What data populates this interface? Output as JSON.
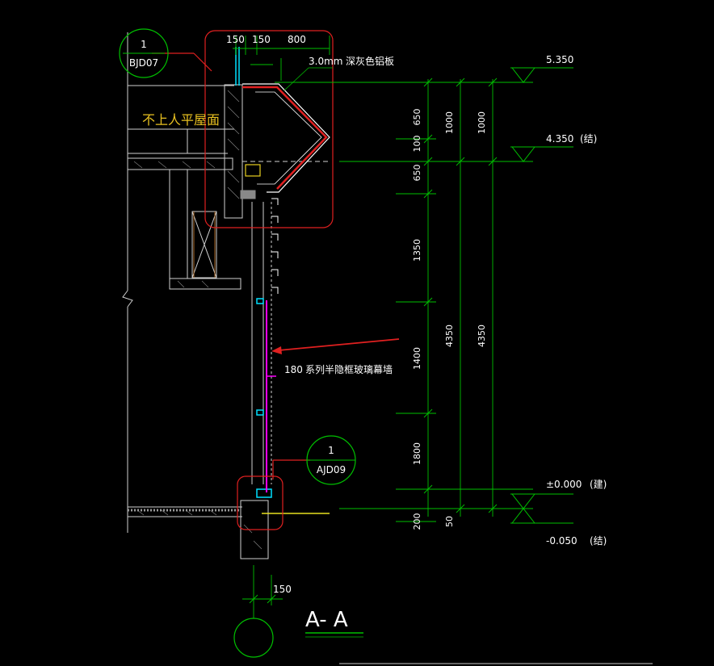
{
  "colors": {
    "background": "#000000",
    "dimension": "#00c000",
    "structure": "#ffffff",
    "highlight": "#e02020",
    "glass": "#ff00ff",
    "aluminium": "#00ffff",
    "label_floor": "#e8c020"
  },
  "detail_marker_top": {
    "number": "1",
    "sheet": "BJD07"
  },
  "detail_marker_bottom": {
    "number": "1",
    "sheet": "AJD09"
  },
  "top_dims": {
    "d1": "150",
    "d2": "150",
    "d3": "800"
  },
  "roof_label": "不上人平屋面",
  "panel_thickness": "3.0mm",
  "panel_label": "深灰色铝板",
  "curtain_wall_prefix": "180",
  "curtain_wall_label": "系列半隐框玻璃幕墙",
  "dims_col1": [
    "650",
    "100",
    "650",
    "1350",
    "1400",
    "1800",
    "200"
  ],
  "dims_col2": [
    "1000",
    "4350",
    "50"
  ],
  "dims_col3": [
    "1000",
    "4350"
  ],
  "levels": [
    {
      "value": "5.350",
      "note": ""
    },
    {
      "value": "4.350",
      "note": "(结)"
    },
    {
      "value": "±0.000",
      "note": "(建)"
    },
    {
      "value": "-0.050",
      "note": "(结)"
    }
  ],
  "axis_dim": "150",
  "section_title": "A- A"
}
